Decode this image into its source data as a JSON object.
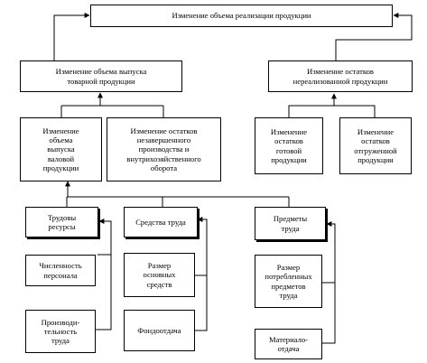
{
  "nodes": {
    "root": "Изменение объема реализации продукции",
    "output_change": "Изменение  объема выпуска\nтоварной продукции",
    "unsold_change": "Изменение  остатков\nнереализованной  продукции",
    "volume_change": "Изменение\nобъема\nвыпуска\nваловой\nпродукции",
    "wip_change": "Изменение  остатков\nнезавершенного\nпроизводства и\nвнутрихозяйственного\nоборота",
    "finished_goods": "Изменение\nостатков\nготовой\nпродукции",
    "shipped_goods": "Изменение\nостатков\nотгруженной\nпродукции",
    "labor": "Трудовы\nресурсы",
    "means": "Средства труда",
    "objects": "Предметы\nтруда",
    "headcount": "Численность\nперсонала",
    "productivity": "Производи-\nтельность\nтруда",
    "fixed_assets": "Размер\nосновных\nсредств",
    "capital_return": "Фондоотдача",
    "materials_size": "Размер\nпотребленных\nпредметов\nтруда",
    "material_return": "Материало-\nотдача"
  }
}
